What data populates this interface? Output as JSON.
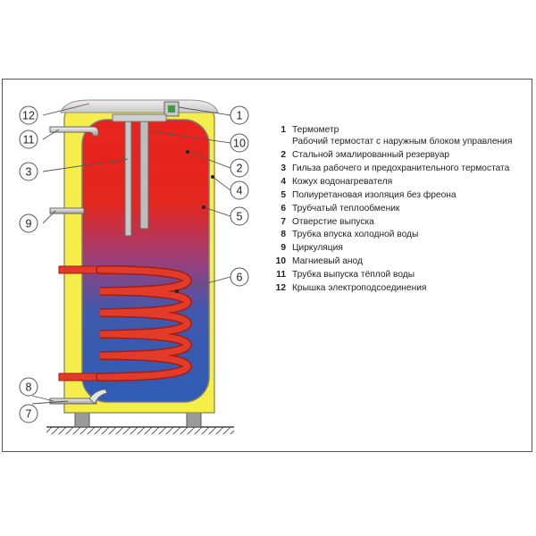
{
  "colors": {
    "insulation": "#f5ee4a",
    "tank_hot": "#e8231d",
    "tank_cold": "#2f5db4",
    "coil": "#e23b2a",
    "cover": "#d9d9d9"
  },
  "callouts_left": [
    "12",
    "11",
    "3",
    "9",
    "8",
    "7"
  ],
  "callouts_right": [
    "1",
    "10",
    "2",
    "4",
    "5",
    "6"
  ],
  "legend": [
    {
      "num": "1",
      "text": "Термометр\nРабочий термостат с наружным блоком управления"
    },
    {
      "num": "2",
      "text": "Стальной эмалированный резервуар"
    },
    {
      "num": "3",
      "text": "Гильза рабочего и предохранительного термостата"
    },
    {
      "num": "4",
      "text": "Кожух водонагревателя"
    },
    {
      "num": "5",
      "text": "Полиуретановая изоляция без фреона"
    },
    {
      "num": "6",
      "text": "Трубчатый теплообменик"
    },
    {
      "num": "7",
      "text": "Отверстие выпуска"
    },
    {
      "num": "8",
      "text": "Трубка впуска холодной воды"
    },
    {
      "num": "9",
      "text": "Циркуляция"
    },
    {
      "num": "10",
      "text": "Магниевый анод"
    },
    {
      "num": "11",
      "text": "Трубка выпуска тёплой воды"
    },
    {
      "num": "12",
      "text": "Крышка электроподсоединения"
    }
  ]
}
